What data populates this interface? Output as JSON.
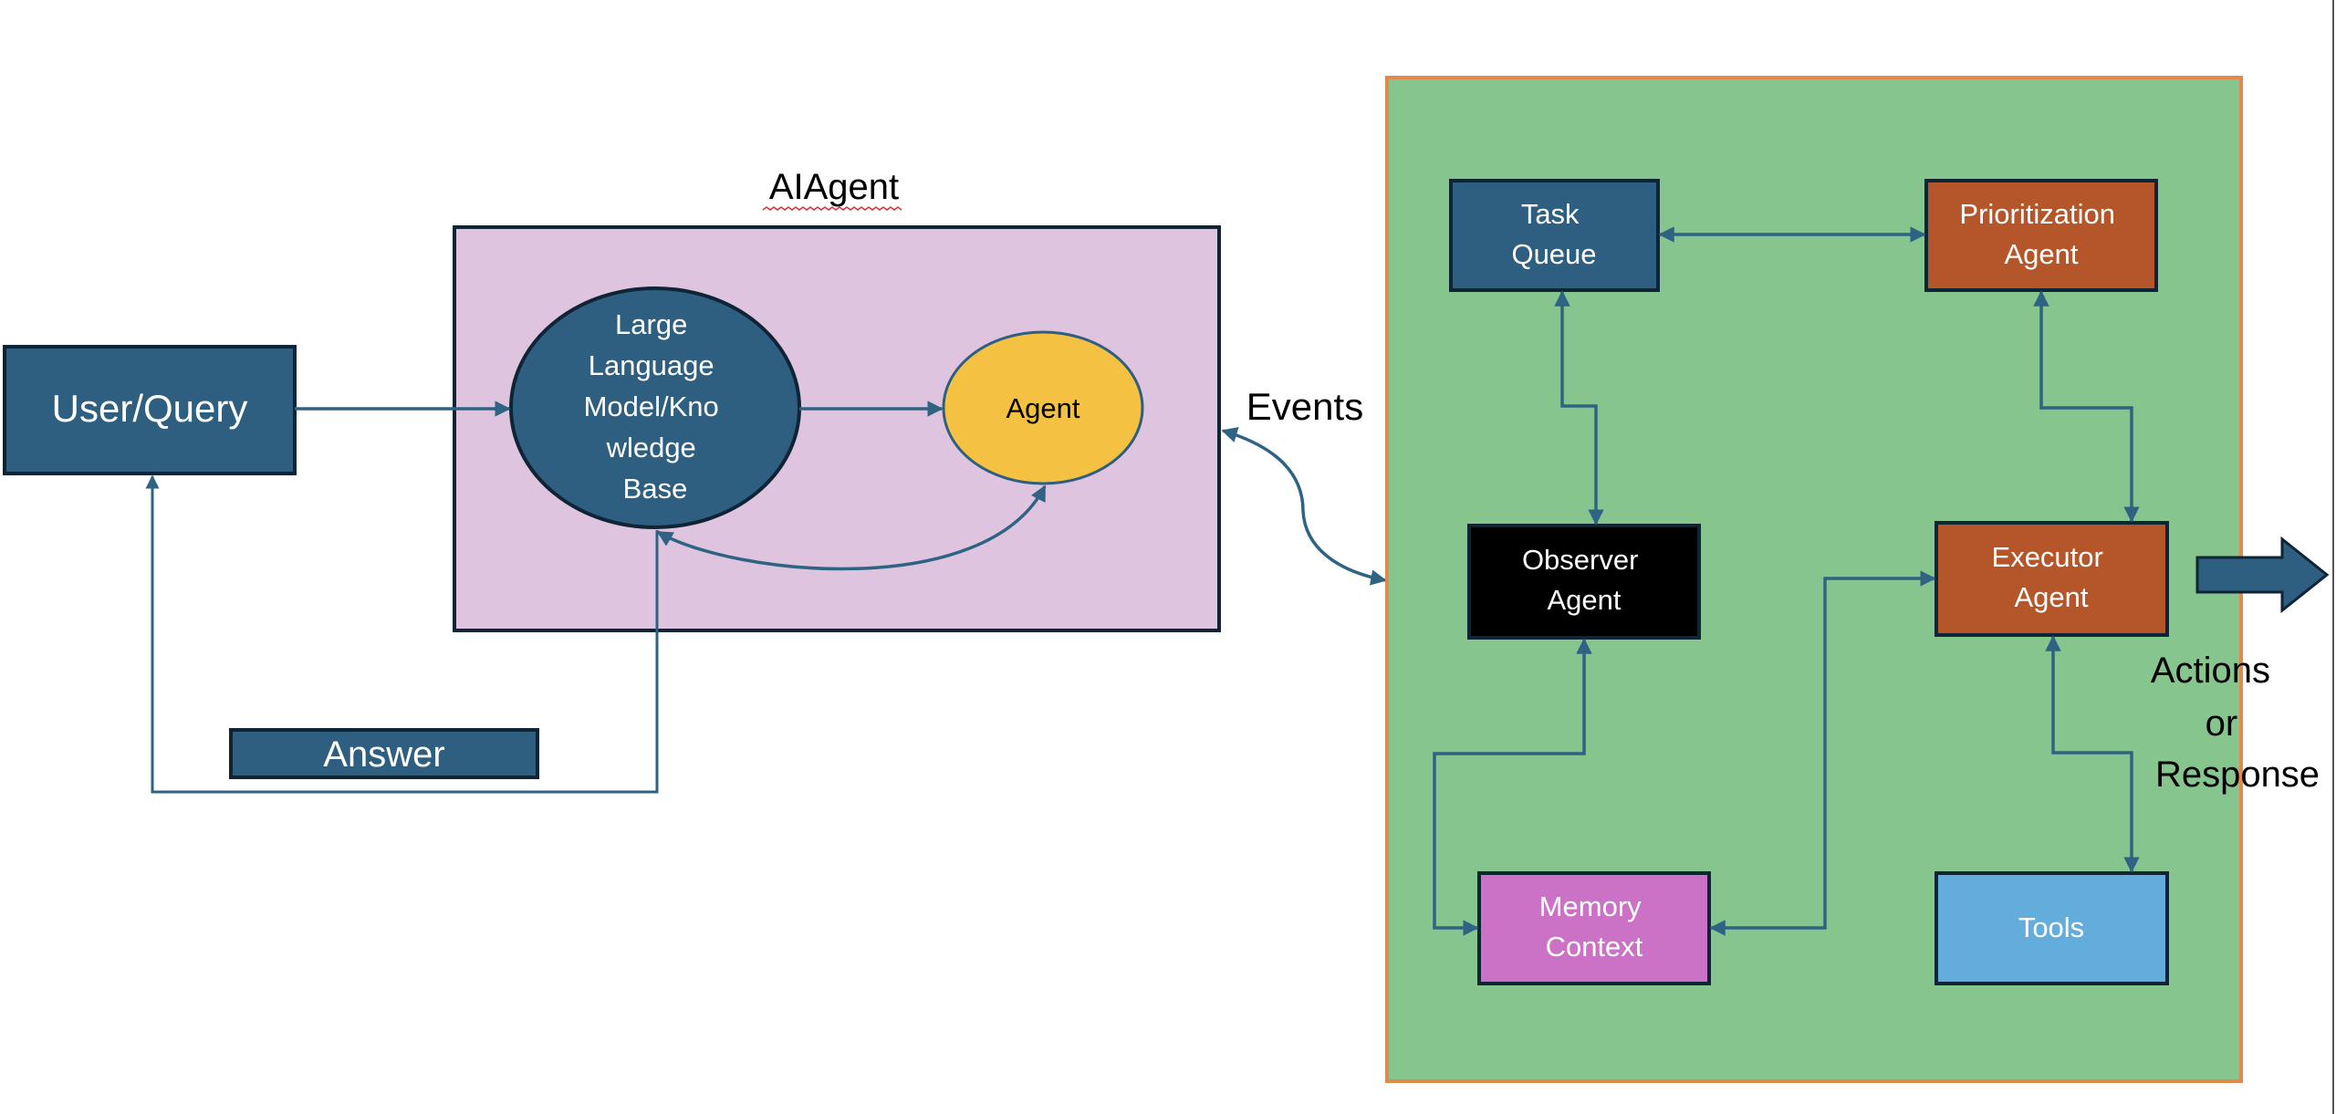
{
  "title": "AIAgent",
  "colors": {
    "dark_blue": "#2e5f80",
    "purple_bg": "#dfc4df",
    "green_bg": "#86c68e",
    "green_border": "#e08a4c",
    "orange": "#b5552a",
    "yellow": "#f4c142",
    "black": "#000000",
    "magenta": "#cc72c6",
    "light_blue": "#62addc",
    "connector": "#2e6384"
  },
  "left": {
    "user_query": "User/Query",
    "answer": "Answer",
    "ai_agent_box": {
      "title": "AIAgent",
      "llm_lines": [
        "Large",
        "Language",
        "Model/Kno",
        "wledge",
        "Base"
      ],
      "agent": "Agent"
    }
  },
  "events_label": "Events",
  "right": {
    "task_queue": [
      "Task",
      "Queue"
    ],
    "prioritization_agent": [
      "Prioritization",
      "Agent"
    ],
    "observer_agent": [
      "Observer",
      "Agent"
    ],
    "executor_agent": [
      "Executor",
      "Agent"
    ],
    "memory_context": [
      "Memory",
      "Context"
    ],
    "tools": "Tools"
  },
  "output_label": [
    "Actions",
    "or",
    "Response"
  ]
}
